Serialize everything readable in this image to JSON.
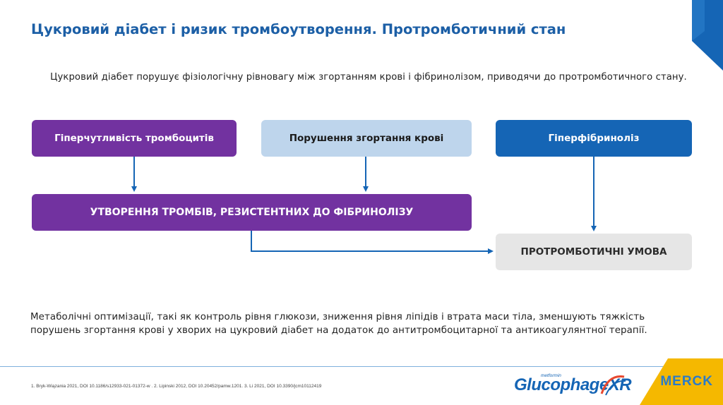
{
  "title": "Цукровий діабет і ризик тромбоутворення. Протромботичний стан",
  "intro": "Цукровий діабет порушує фізіологічну рівновагу між згортанням крові і фібринолізом, приводячи до протромботичного стану.",
  "diagram": {
    "box1": "Гіперчутливість тромбоцитів",
    "box2": "Порушення згортання крові",
    "box3": "Гіперфібриноліз",
    "box4": "УТВОРЕННЯ ТРОМБІВ, РЕЗИСТЕНТНИХ ДО ФІБРИНОЛІЗУ",
    "box5": "ПРОТРОМБОТИЧНІ УМОВА"
  },
  "bottom_text": "Метаболічні оптимізації, такі як контроль рівня глюкози, зниження рівня ліпідів і втрата маси тіла, зменшують тяжкість порушень згортання крові у хворих на цукровий діабет на додаток до антитромбоцитарної та антикоагулянтної терапії.",
  "footnote": "1. Bryk-Wiązania 2021, DOI 10.1186/s12933-021-01372-w . 2. Lipinski 2012, DOI 10.20452/pamw.1201. 3. Li 2021, DOI 10.3390/jcm10112419",
  "logo": {
    "brand_main": "Glucophage",
    "brand_suffix": "XR",
    "brand_sub": "metformin",
    "company": "MERCK"
  },
  "colors": {
    "title": "#1c5fa6",
    "purple": "#7232a0",
    "light_blue": "#bed5ec",
    "blue": "#1565b5",
    "gray": "#e6e6e6",
    "accent_yellow": "#f5b800"
  }
}
